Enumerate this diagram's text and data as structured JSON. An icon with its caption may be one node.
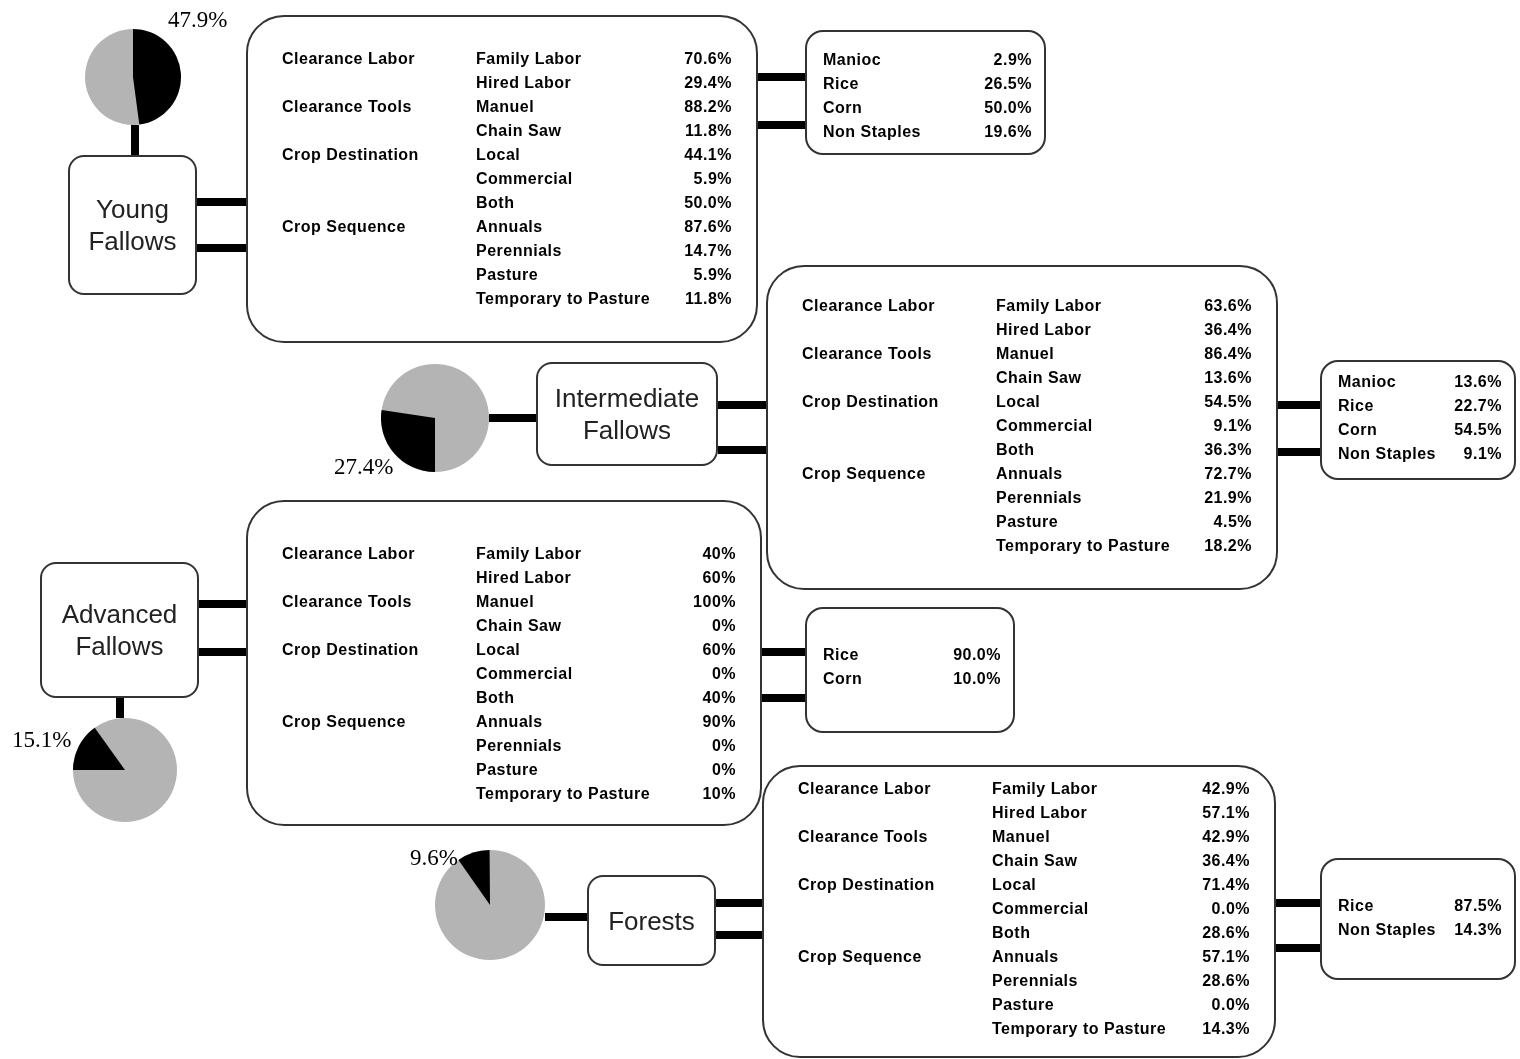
{
  "diagram": {
    "nodes": [
      {
        "text": [],
        "shape": "circle",
        "beside": [
          "47.9%"
        ]
      },
      {
        "text": [
          "Young Fallows"
        ]
      },
      {
        "text": [
          "Clearance Labor",
          "Family Labor",
          "70.6%",
          "Hired Labor",
          "29.4%",
          "Clearance Tools",
          "Manuel",
          "88.2%",
          "Chain Saw",
          "11.8%",
          "Crop Destination",
          "Local",
          "44.1%",
          "Commercial",
          "5.9%",
          "Both",
          "50.0%",
          "Crop Sequence",
          "Annuals",
          "87.6%",
          "Perennials",
          "14.7%",
          "Pasture",
          "5.9%",
          "Temporary to Pasture",
          "11.8%"
        ]
      },
      {
        "text": [
          "Manioc",
          "2.9%",
          "Rice",
          "26.5%",
          "Corn",
          "50.0%",
          "Non Staples",
          "19.6%"
        ]
      },
      {
        "text": [],
        "shape": "circle",
        "beside": [
          "27.4%"
        ]
      },
      {
        "text": [
          "Intermediate Fallows"
        ]
      },
      {
        "text": [
          "Clearance Labor",
          "Family Labor",
          "63.6%",
          "Hired Labor",
          "36.4%",
          "Clearance Tools",
          "Manuel",
          "86.4%",
          "Chain Saw",
          "13.6%",
          "Crop Destination",
          "Local",
          "54.5%",
          "Commercial",
          "9.1%",
          "Both",
          "36.3%",
          "Crop Sequence",
          "Annuals",
          "72.7%",
          "Perennials",
          "21.9%",
          "Pasture",
          "4.5%",
          "Temporary to Pasture",
          "18.2%"
        ]
      },
      {
        "text": [
          "Manioc",
          "13.6%",
          "Rice",
          "22.7%",
          "Corn",
          "54.5%",
          "Non Staples",
          "9.1%"
        ]
      },
      {
        "text": [
          "Advanced Fallows"
        ]
      },
      {
        "text": [],
        "shape": "circle",
        "beside": [
          "15.1%"
        ]
      },
      {
        "text": [
          "Clearance Labor",
          "Family Labor",
          "40%",
          "Hired Labor",
          "60%",
          "Clearance Tools",
          "Manuel",
          "100%",
          "Chain Saw",
          "0%",
          "Crop Destination",
          "Local",
          "60%",
          "Commercial",
          "0%",
          "Both",
          "40%",
          "Crop Sequence",
          "Annuals",
          "90%",
          "Perennials",
          "0%",
          "Pasture",
          "0%",
          "Temporary to Pasture",
          "10%"
        ]
      },
      {
        "text": [
          "Rice",
          "90.0%",
          "Corn",
          "10.0%"
        ]
      },
      {
        "text": [],
        "shape": "circle",
        "beside": [
          "9.6%"
        ]
      },
      {
        "text": [
          "Forests"
        ]
      },
      {
        "text": [
          "Clearance Labor",
          "Family Labor",
          "42.9%",
          "Hired Labor",
          "57.1%",
          "Clearance Tools",
          "Manuel",
          "42.9%",
          "Chain Saw",
          "36.4%",
          "Crop Destination",
          "Local",
          "71.4%",
          "Commercial",
          "0.0%",
          "Both",
          "28.6%",
          "Crop Sequence",
          "Annuals",
          "57.1%",
          "Perennials",
          "28.6%",
          "Pasture",
          "0.0%",
          "Temporary to Pasture",
          "14.3%"
        ]
      },
      {
        "text": [
          "Rice",
          "87.5%",
          "Non Staples",
          "14.3%"
        ]
      }
    ],
    "edges": [
      {
        "from": 0,
        "to": 1,
        "arrow": "none"
      },
      {
        "from": 1,
        "to": 2,
        "arrow": "none"
      },
      {
        "from": 1,
        "to": 2,
        "arrow": "none"
      },
      {
        "from": 2,
        "to": 3,
        "arrow": "none"
      },
      {
        "from": 2,
        "to": 3,
        "arrow": "none"
      },
      {
        "from": 4,
        "to": 5,
        "arrow": "none"
      },
      {
        "from": 5,
        "to": 6,
        "arrow": "none"
      },
      {
        "from": 5,
        "to": 6,
        "arrow": "none"
      },
      {
        "from": 6,
        "to": 7,
        "arrow": "none"
      },
      {
        "from": 6,
        "to": 7,
        "arrow": "none"
      },
      {
        "from": 8,
        "to": 9,
        "arrow": "none"
      },
      {
        "from": 8,
        "to": 10,
        "arrow": "none"
      },
      {
        "from": 8,
        "to": 10,
        "arrow": "none"
      },
      {
        "from": 10,
        "to": 11,
        "arrow": "none"
      },
      {
        "from": 10,
        "to": 11,
        "arrow": "none"
      },
      {
        "from": 12,
        "to": 13,
        "arrow": "none"
      },
      {
        "from": 13,
        "to": 14,
        "arrow": "none"
      },
      {
        "from": 13,
        "to": 14,
        "arrow": "none"
      },
      {
        "from": 14,
        "to": 15,
        "arrow": "none"
      },
      {
        "from": 14,
        "to": 15,
        "arrow": "none"
      }
    ]
  }
}
